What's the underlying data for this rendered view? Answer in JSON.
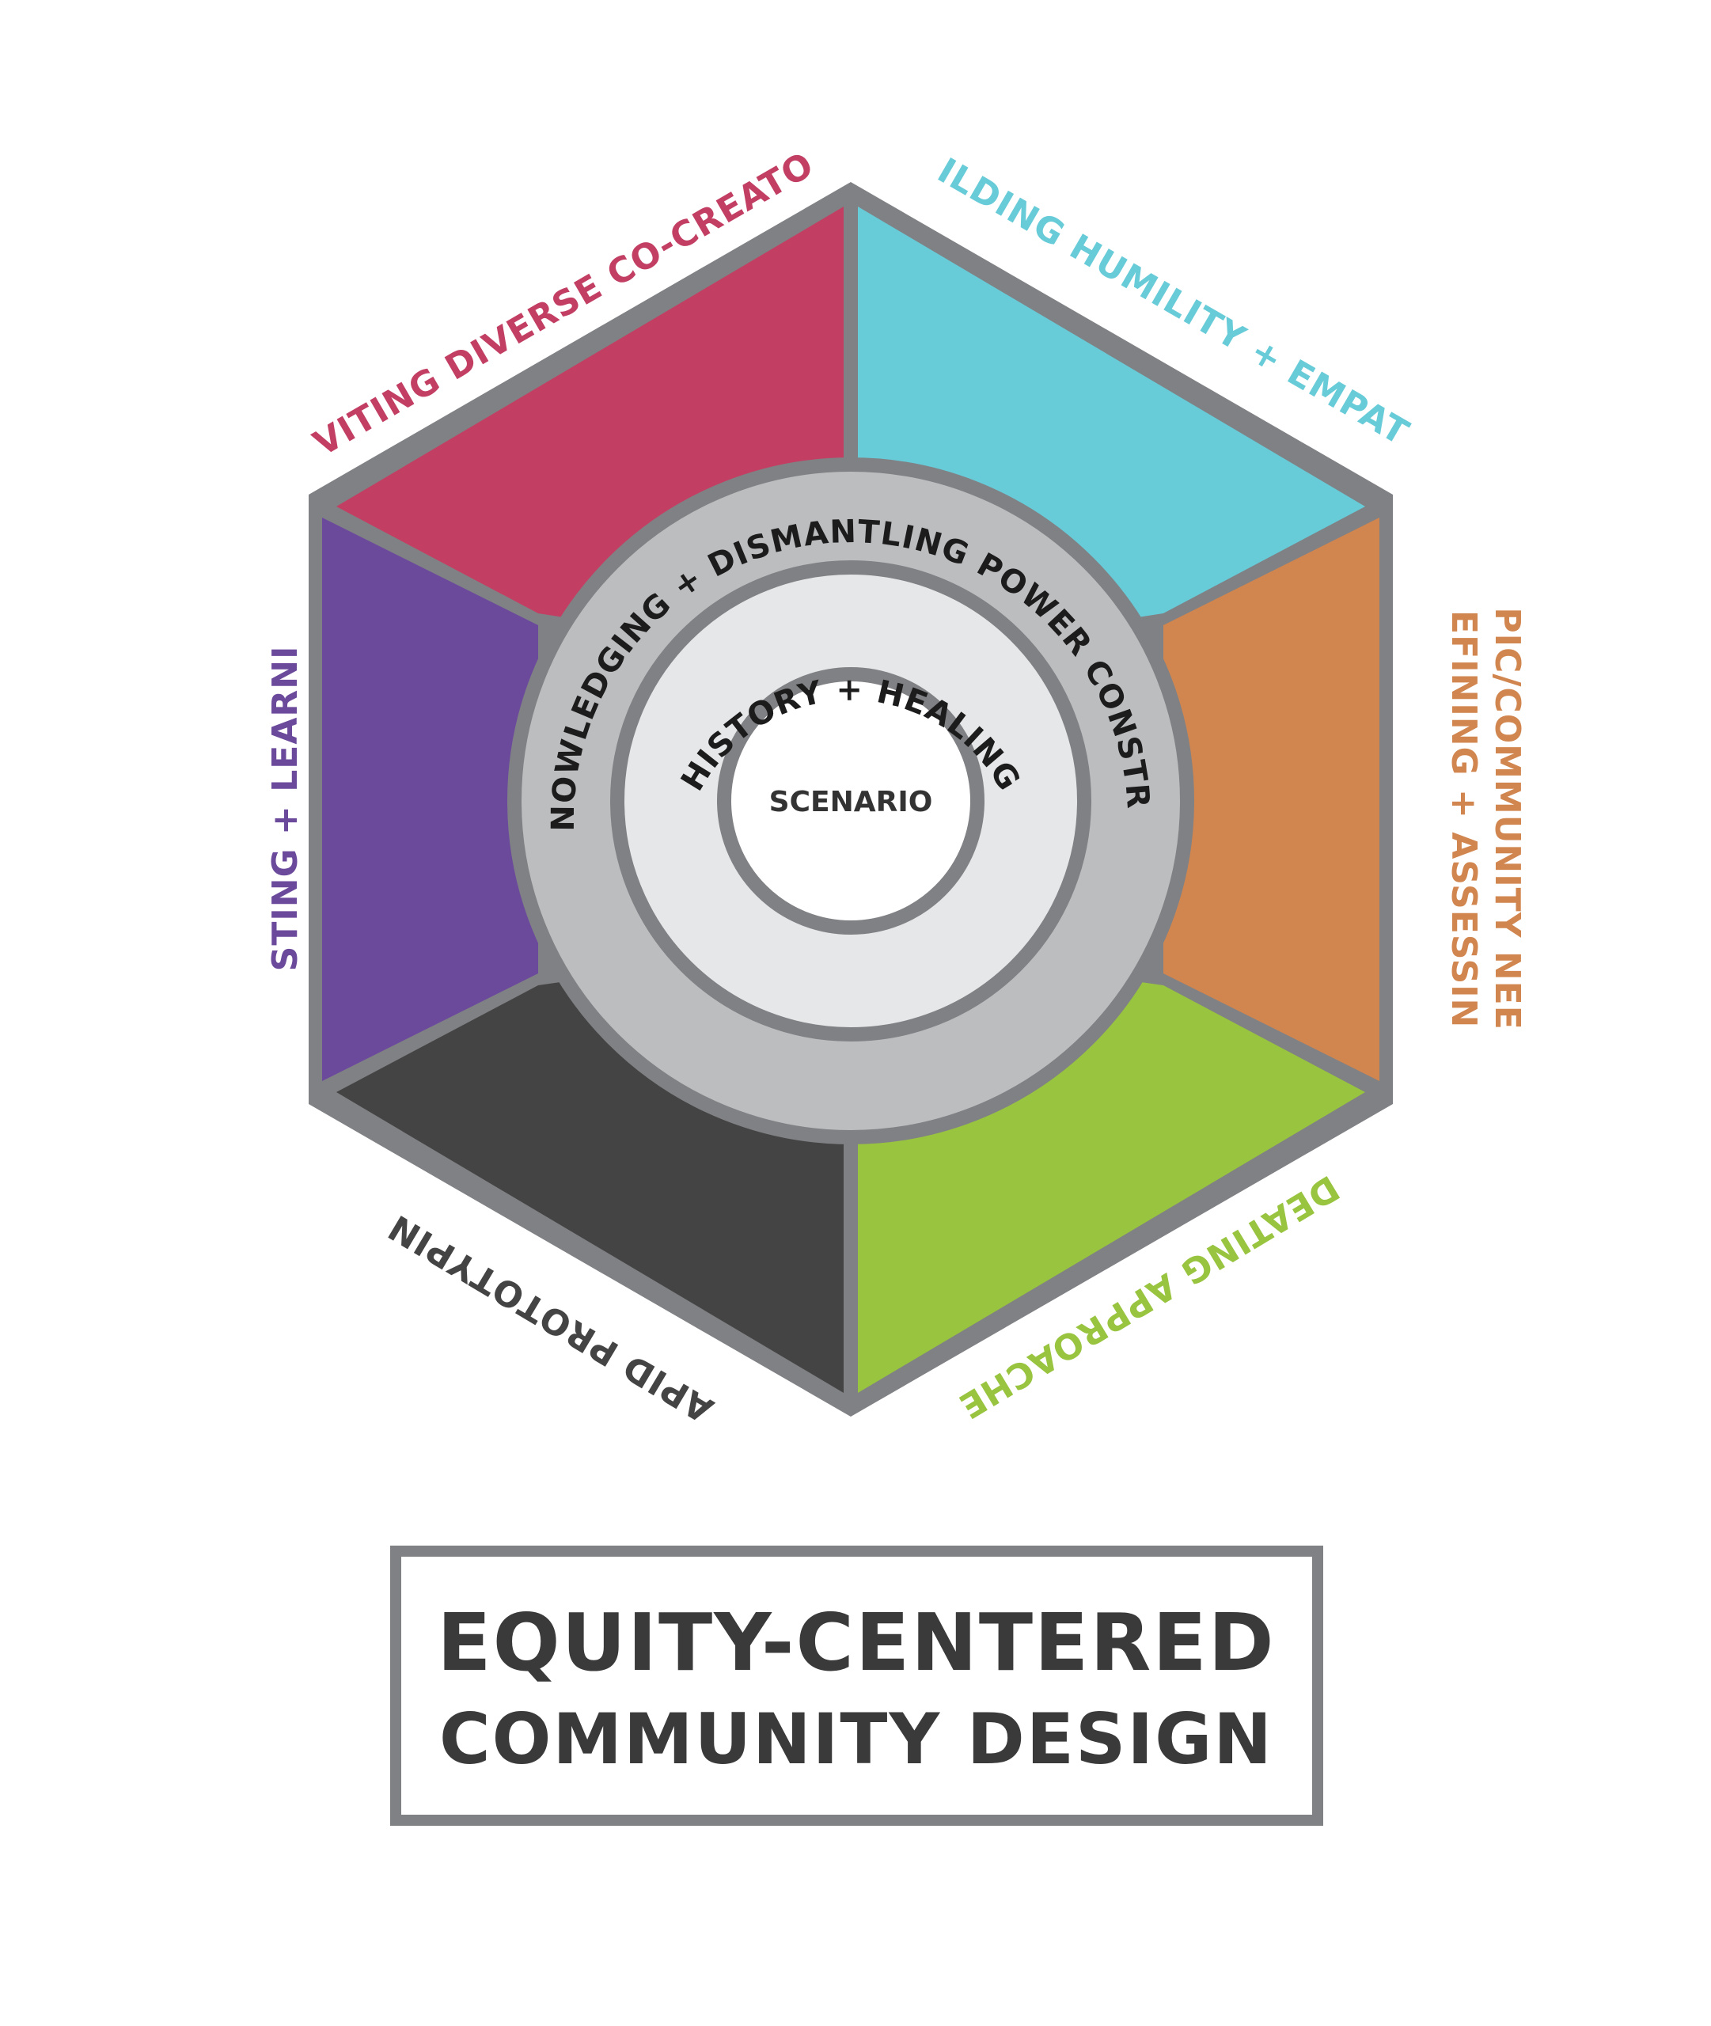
{
  "diagram": {
    "segments": [
      {
        "id": "inviting",
        "label": "INVITING DIVERSE CO-CREATORS",
        "color": "#c23f63"
      },
      {
        "id": "building",
        "label": "BUILDING HUMILITY + EMPATHY",
        "color": "#68cbd8"
      },
      {
        "id": "defining",
        "label_line1": "DEFINING + ASSESSING",
        "label_line2": "TOPIC/COMMUNITY NEEDS",
        "color": "#d2864f"
      },
      {
        "id": "ideating",
        "label": "IDEATING APPROACHES",
        "color": "#98c43f"
      },
      {
        "id": "rapid",
        "label": "RAPID PROTOTYPING",
        "color": "#444444"
      },
      {
        "id": "testing",
        "label": "TESTING + LEARNING",
        "color": "#6b4a9c"
      }
    ],
    "outer_ring": {
      "label": "ACKNOWLEDGING + DISMANTLING POWER CONSTRUCTS",
      "color": "#bcbdbf"
    },
    "middle_ring": {
      "label": "HISTORY + HEALING",
      "color": "#e6e7e8"
    },
    "center": {
      "label": "SCENARIO",
      "color": "#ffffff"
    },
    "border_color": "#808184"
  },
  "title": {
    "line1": "EQUITY-CENTERED",
    "line2": "COMMUNITY DESIGN"
  }
}
